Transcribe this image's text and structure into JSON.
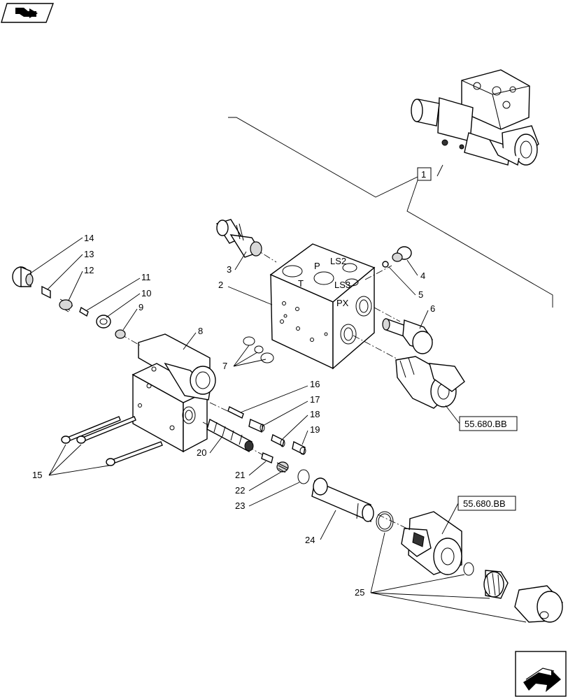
{
  "callouts": {
    "c1": "1",
    "c2": "2",
    "c3": "3",
    "c4": "4",
    "c5": "5",
    "c6": "6",
    "c7": "7",
    "c8": "8",
    "c9": "9",
    "c10": "10",
    "c11": "11",
    "c12": "12",
    "c13": "13",
    "c14": "14",
    "c15": "15",
    "c16": "16",
    "c17": "17",
    "c18": "18",
    "c19": "19",
    "c20": "20",
    "c21": "21",
    "c22": "22",
    "c23": "23",
    "c24": "24",
    "c25": "25"
  },
  "references": {
    "ref_upper": "55.680.BB",
    "ref_lower": "55.680.BB"
  },
  "block_marks": {
    "port_t": "T",
    "port_p": "P",
    "port_ls2": "LS2",
    "port_ls3": "LS3",
    "port_px": "PX"
  },
  "icons": {
    "top_left": "book-arrow-icon",
    "bottom_right": "next-page-arrow-icon"
  }
}
